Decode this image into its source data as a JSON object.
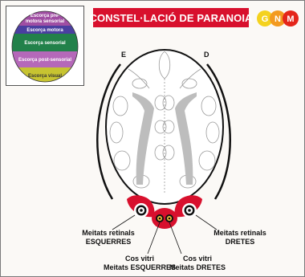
{
  "title": "CONSTEL·LACIÓ DE PARANOIA",
  "logo": {
    "letters": [
      "G",
      "N",
      "M"
    ],
    "colors": [
      "#f4d21e",
      "#f39a1f",
      "#e4261b"
    ]
  },
  "brain_map": {
    "regions": [
      {
        "label": "Escorça pre-",
        "color": "#a04ea3"
      },
      {
        "label": "motora sensorial",
        "color": "#a04ea3"
      },
      {
        "label": "Escorça motora",
        "color": "#4a3fa0"
      },
      {
        "label": "Escorça sensorial",
        "color": "#22814a"
      },
      {
        "label": "Escorça post-sensorial",
        "color": "#b568b9"
      },
      {
        "label": "Escorça visual",
        "color": "#c7c431"
      }
    ]
  },
  "sides": {
    "left": "E",
    "right": "D"
  },
  "labels": {
    "left_retinal": [
      "Meitats retinals",
      "ESQUERRES"
    ],
    "right_retinal": [
      "Meitats retinals",
      "DRETES"
    ],
    "left_vitreous": [
      "Cos vitri",
      "Meitats ESQUERRES"
    ],
    "right_vitreous": [
      "Cos vitri",
      "Meitats DRETES"
    ]
  },
  "colors": {
    "red": "#d8102d",
    "grey": "#bdbdbd"
  }
}
